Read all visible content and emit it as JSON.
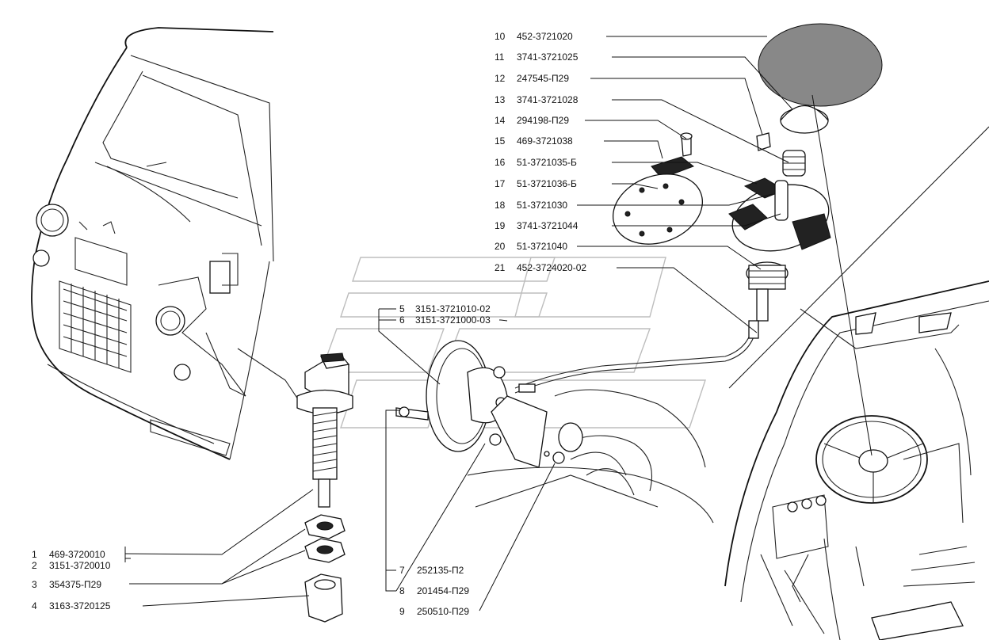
{
  "parts": [
    {
      "num": "1",
      "code": "469-3720010"
    },
    {
      "num": "2",
      "code": "3151-3720010"
    },
    {
      "num": "3",
      "code": "354375-П29"
    },
    {
      "num": "4",
      "code": "3163-3720125"
    },
    {
      "num": "5",
      "code": "3151-3721010-02"
    },
    {
      "num": "6",
      "code": "3151-3721000-03"
    },
    {
      "num": "7",
      "code": "252135-П2"
    },
    {
      "num": "8",
      "code": "201454-П29"
    },
    {
      "num": "9",
      "code": "250510-П29"
    },
    {
      "num": "10",
      "code": "452-3721020"
    },
    {
      "num": "11",
      "code": "3741-3721025"
    },
    {
      "num": "12",
      "code": "247545-П29"
    },
    {
      "num": "13",
      "code": "3741-3721028"
    },
    {
      "num": "14",
      "code": "294198-П29"
    },
    {
      "num": "15",
      "code": "469-3721038"
    },
    {
      "num": "16",
      "code": "51-3721035-Б"
    },
    {
      "num": "17",
      "code": "51-3721036-Б"
    },
    {
      "num": "18",
      "code": "51-3721030"
    },
    {
      "num": "19",
      "code": "3741-3721044"
    },
    {
      "num": "20",
      "code": "51-3721040"
    },
    {
      "num": "21",
      "code": "452-3724020-02"
    }
  ],
  "icons": [
    "van-front-illustration",
    "van-cabin-illustration",
    "horn-illustration",
    "switch-illustration",
    "horn-button-illustration"
  ]
}
